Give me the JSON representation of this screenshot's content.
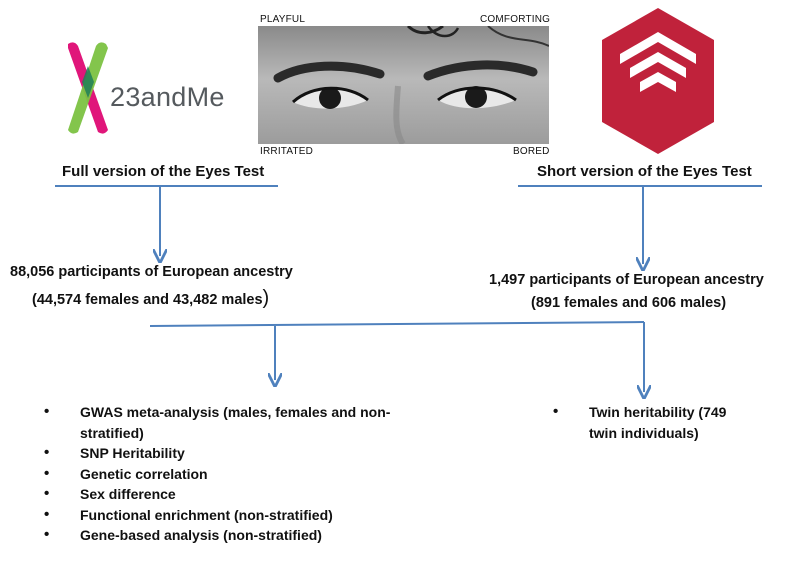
{
  "logo": {
    "text": "23andMe"
  },
  "photo": {
    "labels": {
      "top_left": "PLAYFUL",
      "top_right": "COMFORTING",
      "bottom_left": "IRRITATED",
      "bottom_right": "BORED"
    }
  },
  "left": {
    "heading": "Full version of the Eyes Test",
    "participants_line1": "88,056 participants of European ancestry",
    "participants_line2_main": "(44,574 females and 43,482 males",
    "participants_line2_paren": ")",
    "analyses": [
      "GWAS meta-analysis (males, females and non-",
      "stratified)",
      "SNP Heritability",
      "Genetic correlation",
      "Sex difference",
      "Functional enrichment (non-stratified)",
      "Gene-based analysis (non-stratified)"
    ]
  },
  "right": {
    "heading": "Short version of the Eyes Test",
    "participants_line1": "1,497 participants of European ancestry",
    "participants_line2": "(891 females and 606 males)",
    "analyses_line1": "Twin heritability (749",
    "analyses_line2": "twin individuals)"
  },
  "colors": {
    "line": "#4f81bd",
    "logo_magenta": "#e0167a",
    "logo_green": "#7cc242",
    "logo_overlap": "#1f7f58",
    "hex_red": "#c0223b"
  }
}
